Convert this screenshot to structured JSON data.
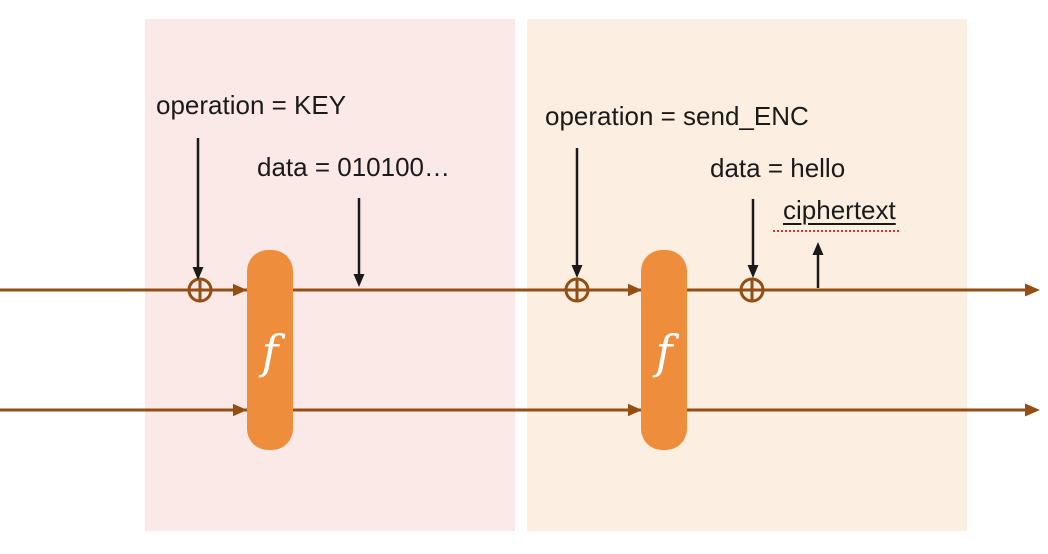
{
  "labels": {
    "operation_key": "operation = KEY",
    "data_bits": "data = 010100…",
    "operation_send_enc": "operation = send_ENC",
    "data_hello": "data = hello",
    "ciphertext": "ciphertext"
  },
  "function_block": {
    "label": "f"
  },
  "colors": {
    "line": "#954e12",
    "block": "#ee8e3c",
    "panel-left": "#fbe9e7",
    "panel-right": "#fcefe1",
    "ink": "#1a1a1a",
    "block-label": "#ffffff",
    "spellcheck": "#e03131",
    "bg": "#ffffff"
  }
}
